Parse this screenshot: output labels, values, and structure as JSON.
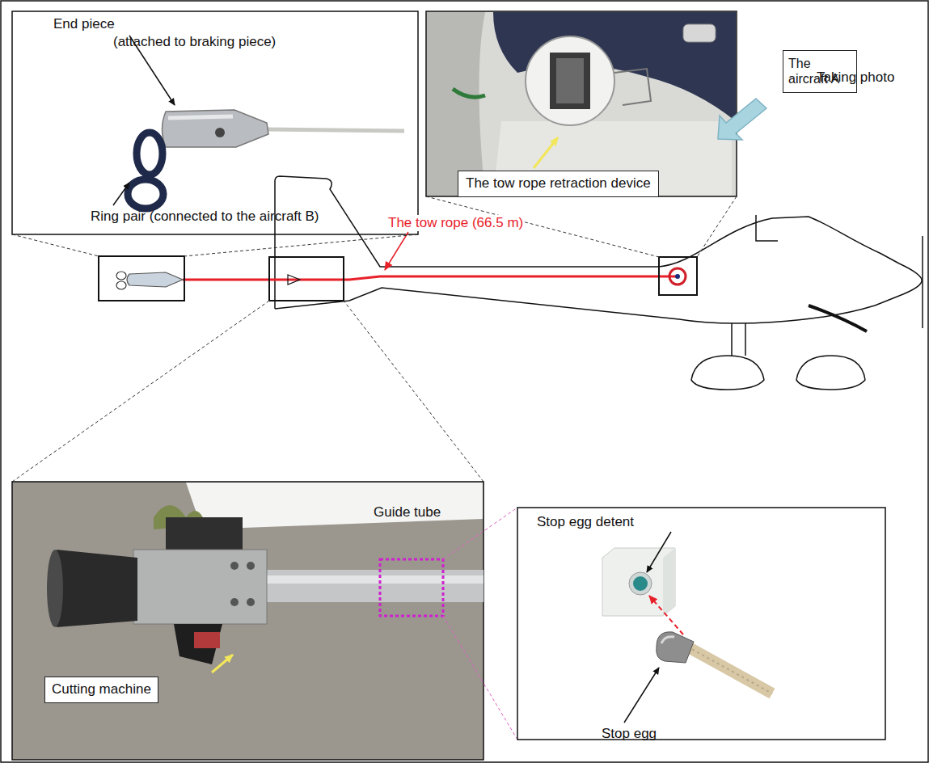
{
  "diagram": {
    "nodes": [
      {
        "text": [
          "The tow rope retraction device"
        ]
      },
      {
        "text": [
          "The aircraft A"
        ]
      },
      {
        "text": [
          "Cutting machine"
        ]
      }
    ],
    "labels": [
      "End piece",
      "(attached to braking piece)",
      "Ring pair (connected to the aircraft B)",
      "Taking photo",
      "The tow rope (66.5 m)",
      "Guide tube",
      "Stop egg detent",
      "Stop egg"
    ]
  }
}
